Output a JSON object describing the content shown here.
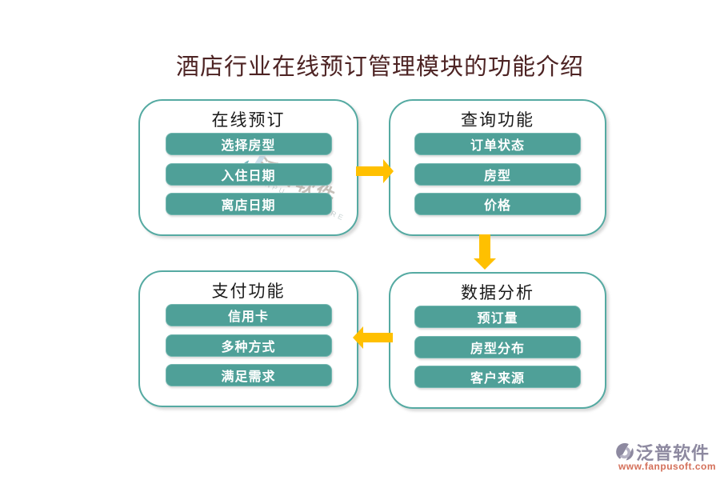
{
  "title": "酒店行业在线预订管理模块的功能介绍",
  "boxes": [
    {
      "title": "在线预订",
      "items": [
        "选择房型",
        "入住日期",
        "离店日期"
      ]
    },
    {
      "title": "查询功能",
      "items": [
        "订单状态",
        "房型",
        "价格"
      ]
    },
    {
      "title": "支付功能",
      "items": [
        "信用卡",
        "多种方式",
        "满足需求"
      ]
    },
    {
      "title": "数据分析",
      "items": [
        "预订量",
        "房型分布",
        "客户来源"
      ]
    }
  ],
  "flow": {
    "arrow_1": "online-booking to query (right)",
    "arrow_2": "query to data-analysis (down)",
    "arrow_3": "data-analysis to payment (left)"
  },
  "watermark": {
    "text": "泛普软件",
    "subtext": "FANPU SOFTWARE"
  },
  "brand": {
    "name": "泛普软件",
    "website": "www.fanpusoft.com"
  },
  "colors": {
    "pill_teal": "#4fa098",
    "box_border_teal": "#55aaa2",
    "arrow_gold": "#ffc000",
    "title_text": "#4d2323",
    "brand_name": "#8d89a0",
    "brand_url": "#d4705a"
  }
}
